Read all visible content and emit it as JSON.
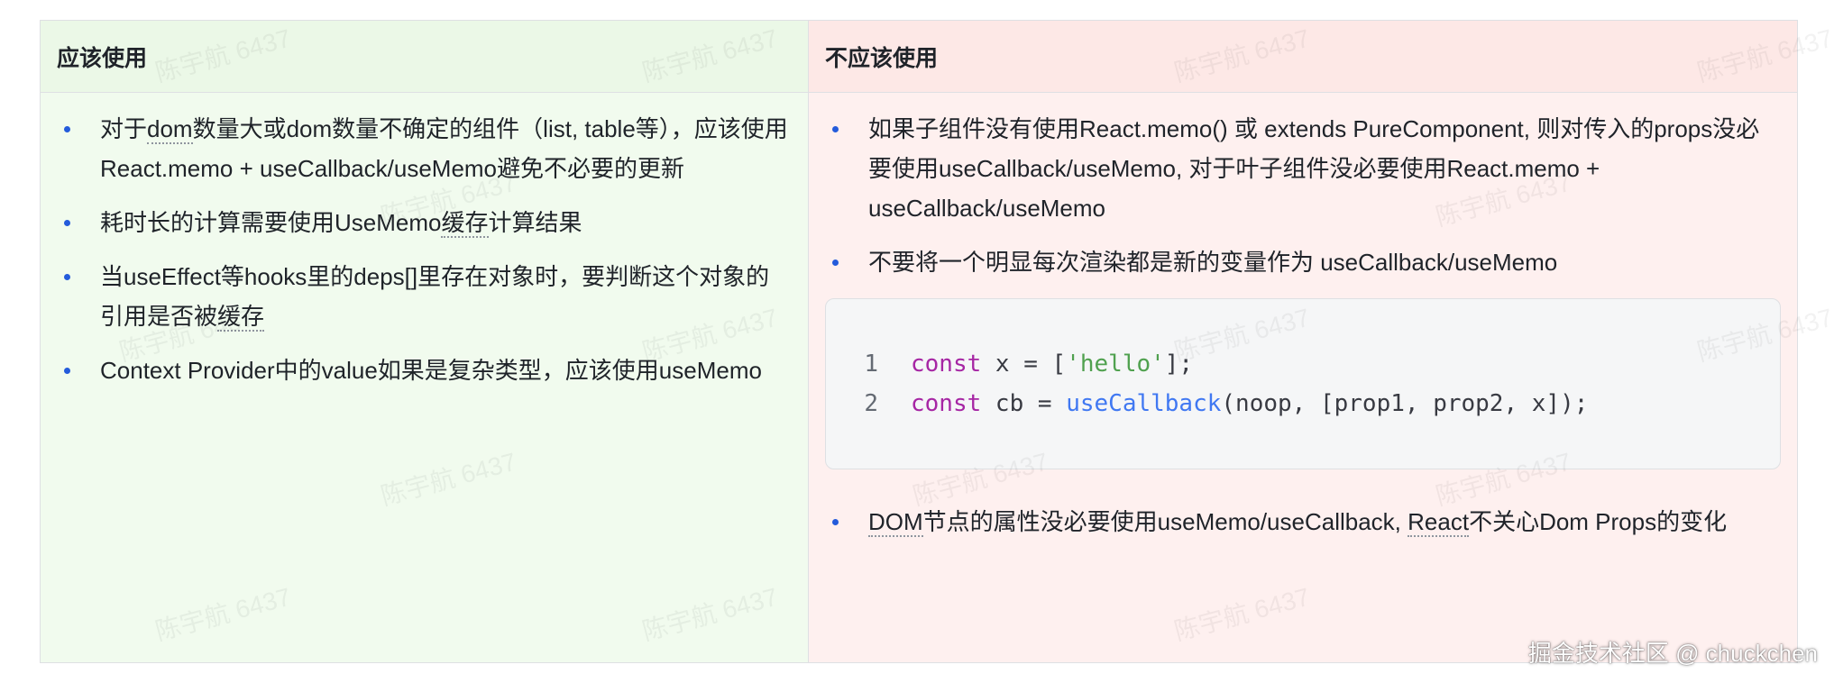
{
  "table": {
    "should": {
      "header": "应该使用",
      "items": [
        {
          "a": "对于",
          "b": "dom",
          "c": "数量大或dom数量不确定的组件（list, table等），应该使用React.memo + useCallback/useMemo避免不必要的更新"
        },
        {
          "a": "耗时长的计算需要使用UseMemo",
          "b": "缓存",
          "c": "计算结果"
        },
        {
          "a": "当useEffect等hooks里的deps[]里存在对象时，要判断这个对象的引用是否被",
          "b": "缓存",
          "c": ""
        },
        {
          "a": "Context Provider中的value如果是复杂类型，应该使用useMemo",
          "b": "",
          "c": ""
        }
      ]
    },
    "should_not": {
      "header": "不应该使用",
      "items_top": [
        "如果子组件没有使用React.memo() 或 extends PureComponent, 则对传入的props没必要使用useCallback/useMemo, 对于叶子组件没必要使用React.memo + useCallback/useMemo",
        "不要将一个明显每次渲染都是新的变量作为 useCallback/useMemo"
      ],
      "code": {
        "line1": {
          "num": "1",
          "kw": "const",
          "rest": " x = [",
          "str": "'hello'",
          "end": "];"
        },
        "line2": {
          "num": "2",
          "kw": "const",
          "mid": " cb = ",
          "fn": "useCallback",
          "end": "(noop, [prop1, prop2, x]);"
        }
      },
      "item_bottom": {
        "a": "DOM",
        "b": "节点的属性没必要使用useMemo/useCallback, ",
        "c": "React",
        "d": "不关心Dom Props的变化"
      }
    }
  },
  "watermark": "陈宇航 6437",
  "credit": "掘金技术社区 @ chuckchen",
  "colors": {
    "should_bg": "#f1fbee",
    "should_not_bg": "#fef0ef",
    "bullet": "#245bdb",
    "keyword": "#a626a4",
    "function": "#4078f2",
    "string": "#50a14f"
  }
}
